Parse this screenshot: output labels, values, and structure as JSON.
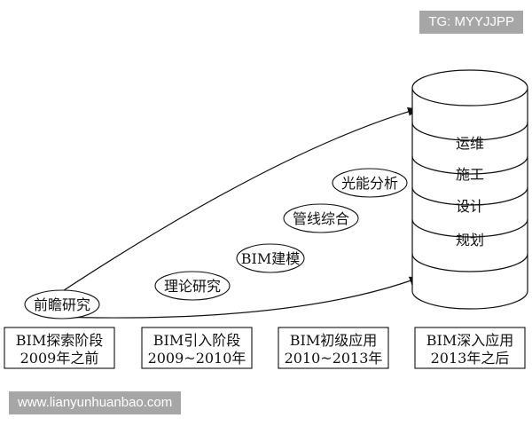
{
  "watermarks": {
    "top_right": "TG: MYYJJPP",
    "bottom_left": "www.lianyunhuanbao.com"
  },
  "stages": [
    {
      "line1": "BIM探索阶段",
      "line2": "2009年之前"
    },
    {
      "line1": "BIM引入阶段",
      "line2": "2009~2010年"
    },
    {
      "line1": "BIM初级应用",
      "line2": "2010~2013年"
    },
    {
      "line1": "BIM深入应用",
      "line2": "2013年之后"
    }
  ],
  "ellipses": [
    "前瞻研究",
    "理论研究",
    "BIM建模",
    "管线综合",
    "光能分析"
  ],
  "cylinder_layers": [
    "运维",
    "施工",
    "设计",
    "规划"
  ]
}
